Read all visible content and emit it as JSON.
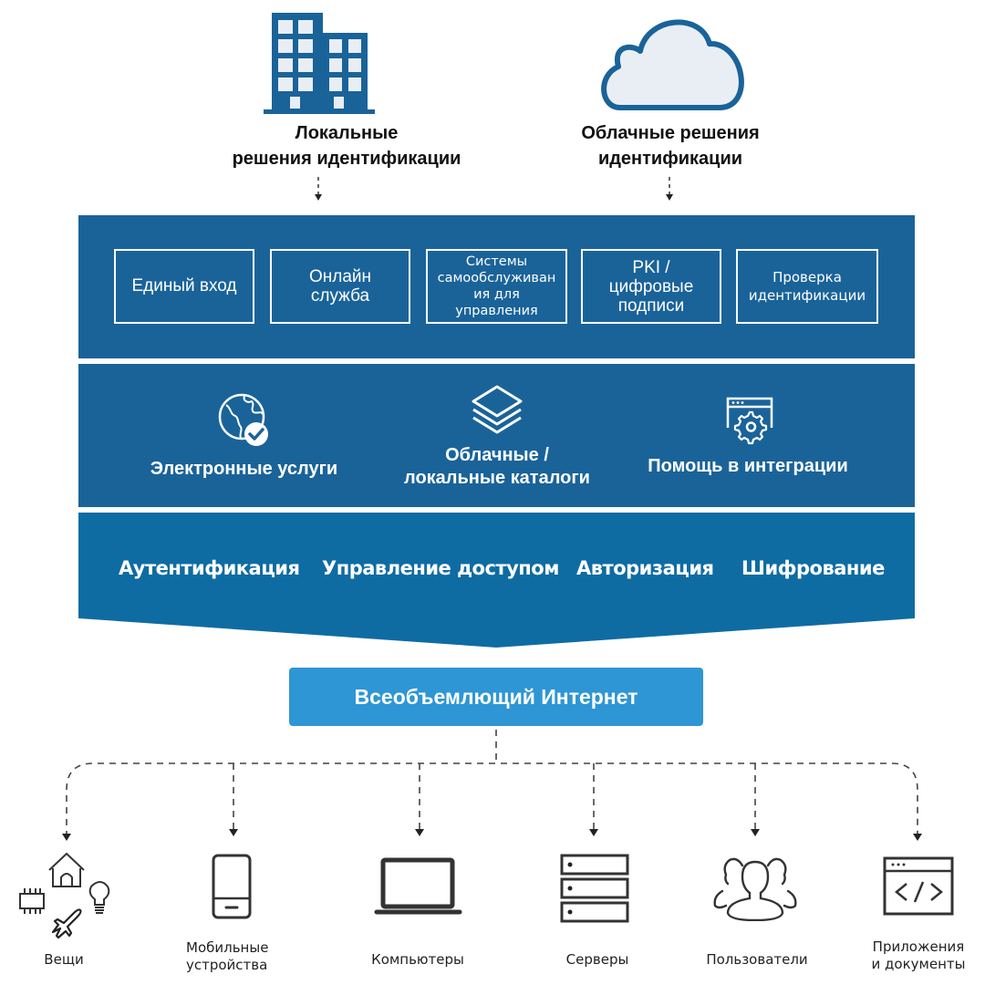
{
  "sources": [
    {
      "icon": "building-icon",
      "title": "Локальные\nрешения идентификации"
    },
    {
      "icon": "cloud-icon",
      "title": "Облачные решения\nидентификации"
    }
  ],
  "services": [
    {
      "label": "Единый вход"
    },
    {
      "label": "Онлайн\nслужба"
    },
    {
      "label": "Системы\nсамообслуживан\nия для\nуправления"
    },
    {
      "label": "PKI /\nцифровые\nподписи"
    },
    {
      "label": "Проверка\nидентификации"
    }
  ],
  "features": [
    {
      "icon": "globe-check-icon",
      "label": "Электронные услуги"
    },
    {
      "icon": "layers-icon",
      "label": "Облачные /\nлокальные каталоги"
    },
    {
      "icon": "browser-gear-icon",
      "label": "Помощь в интеграции"
    }
  ],
  "functions": [
    {
      "label": "Аутентификация"
    },
    {
      "label": "Управление доступом"
    },
    {
      "label": "Авторизация"
    },
    {
      "label": "Шифрование"
    }
  ],
  "internet": {
    "label": "Всеобъемлющий Интернет"
  },
  "endpoints": [
    {
      "icon": "things-icon",
      "label": "Вещи"
    },
    {
      "icon": "mobile-icon",
      "label": "Мобильные\nустройства"
    },
    {
      "icon": "laptop-icon",
      "label": "Компьютеры"
    },
    {
      "icon": "server-icon",
      "label": "Серверы"
    },
    {
      "icon": "users-icon",
      "label": "Пользователи"
    },
    {
      "icon": "code-window-icon",
      "label": "Приложения\nи документы"
    }
  ],
  "colors": {
    "panel_dark": "#1a6399",
    "panel_bottom": "#0e6ca3",
    "internet": "#2e96d4",
    "icon_fill": "#e9eef5"
  }
}
